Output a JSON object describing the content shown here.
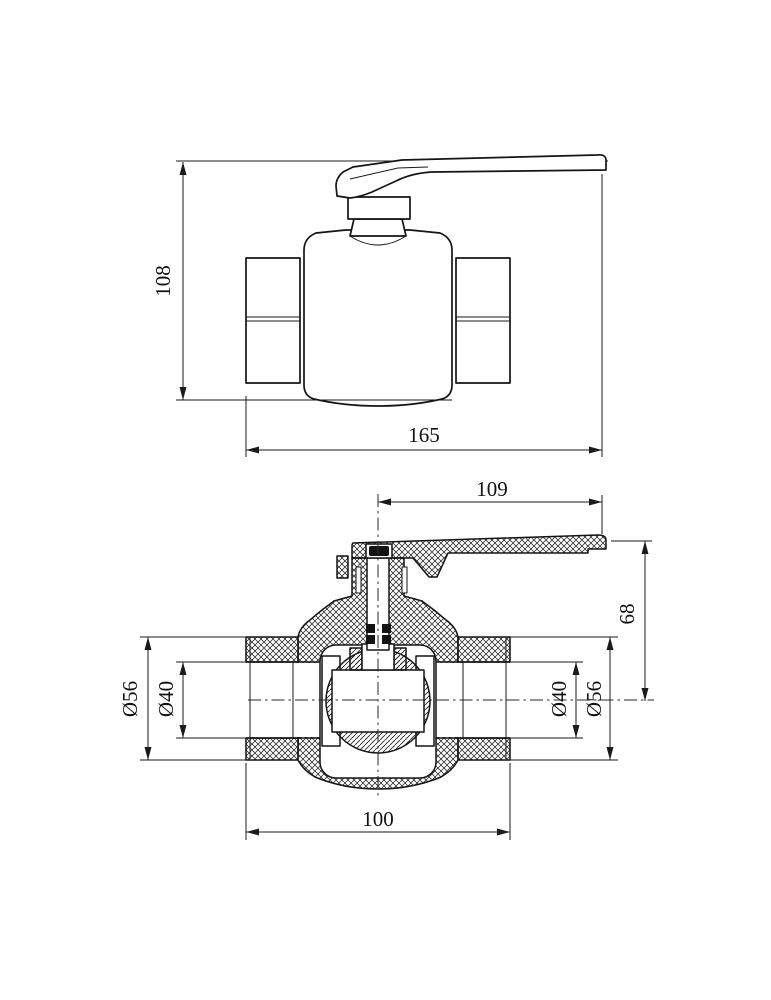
{
  "page": {
    "background": "#ffffff",
    "line_color": "#1a1a1a",
    "description": "Technical drawing of PPR ball valve, two views"
  },
  "views": {
    "side_view": {
      "name": "side elevation with lever handle",
      "dims": {
        "height": "108",
        "overall_length": "165"
      }
    },
    "section_view": {
      "name": "cross section",
      "dims": {
        "handle_length": "109",
        "handle_height": "68",
        "outer_dia_left": "Ø56",
        "bore_dia_left": "Ø40",
        "bore_dia_right": "Ø40",
        "outer_dia_right": "Ø56",
        "body_length": "100"
      }
    }
  }
}
